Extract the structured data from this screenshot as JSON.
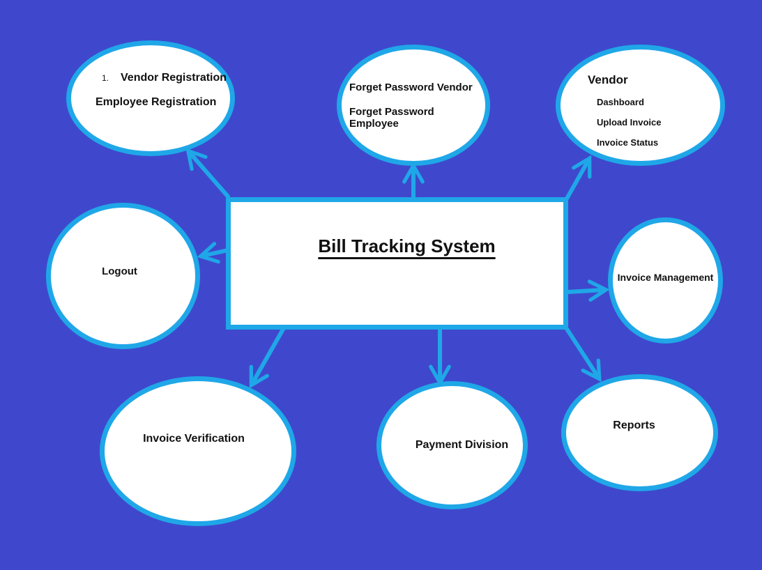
{
  "colors": {
    "background": "#3F48CC",
    "outline": "#1FA7E8",
    "node_fill": "#FFFFFF",
    "text": "#111111"
  },
  "center": {
    "title": "Bill Tracking System"
  },
  "nodes": {
    "registration": {
      "number": "1.",
      "line1": "Vendor Registration",
      "line2": "Employee Registration"
    },
    "forget_password": {
      "line1": "Forget Password Vendor",
      "line2": "Forget Password Employee"
    },
    "vendor": {
      "heading": "Vendor",
      "items": [
        "Dashboard",
        "Upload Invoice",
        "Invoice Status"
      ]
    },
    "logout": {
      "label": "Logout"
    },
    "invoice_management": {
      "label": "Invoice Management"
    },
    "invoice_verification": {
      "label": "Invoice Verification"
    },
    "payment_division": {
      "label": "Payment Division"
    },
    "reports": {
      "label": "Reports"
    }
  }
}
